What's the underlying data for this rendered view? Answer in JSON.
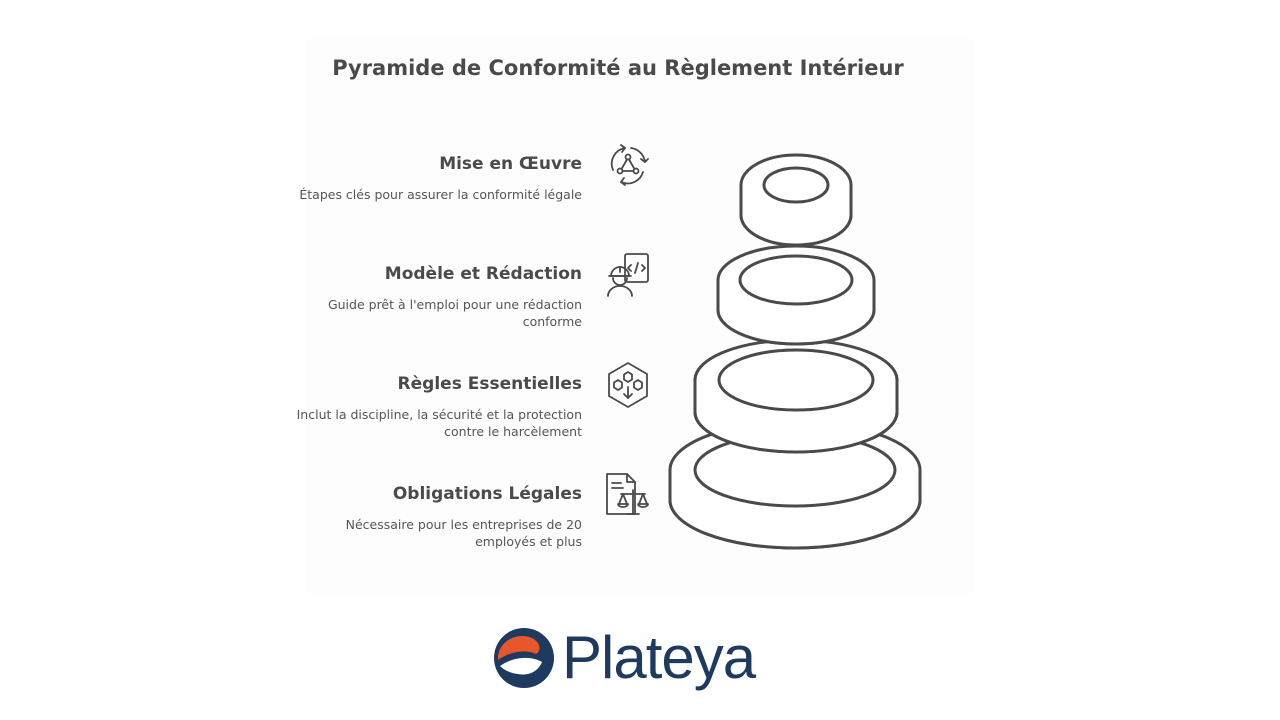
{
  "title": "Pyramide de Conformité au Règlement Intérieur",
  "levels": [
    {
      "heading": "Mise en Œuvre",
      "description": "Étapes clés pour assurer la conformité légale",
      "icon": "workflow-cycle-icon"
    },
    {
      "heading": "Modèle et Rédaction",
      "description": "Guide prêt à l'emploi pour une rédaction conforme",
      "icon": "developer-worker-icon"
    },
    {
      "heading": "Règles Essentielles",
      "description": "Inclut la discipline, la sécurité et la protection contre le harcèlement",
      "icon": "hexagon-network-icon"
    },
    {
      "heading": "Obligations Légales",
      "description": "Nécessaire pour les entreprises de 20 employés et plus",
      "icon": "legal-document-scale-icon"
    }
  ],
  "brand": {
    "name": "Plateya",
    "text_color": "#1e3a5f",
    "accent_color": "#e8572c"
  },
  "colors": {
    "text": "#4a4a4a",
    "stroke": "#4a4a4a",
    "background": "#ffffff"
  }
}
